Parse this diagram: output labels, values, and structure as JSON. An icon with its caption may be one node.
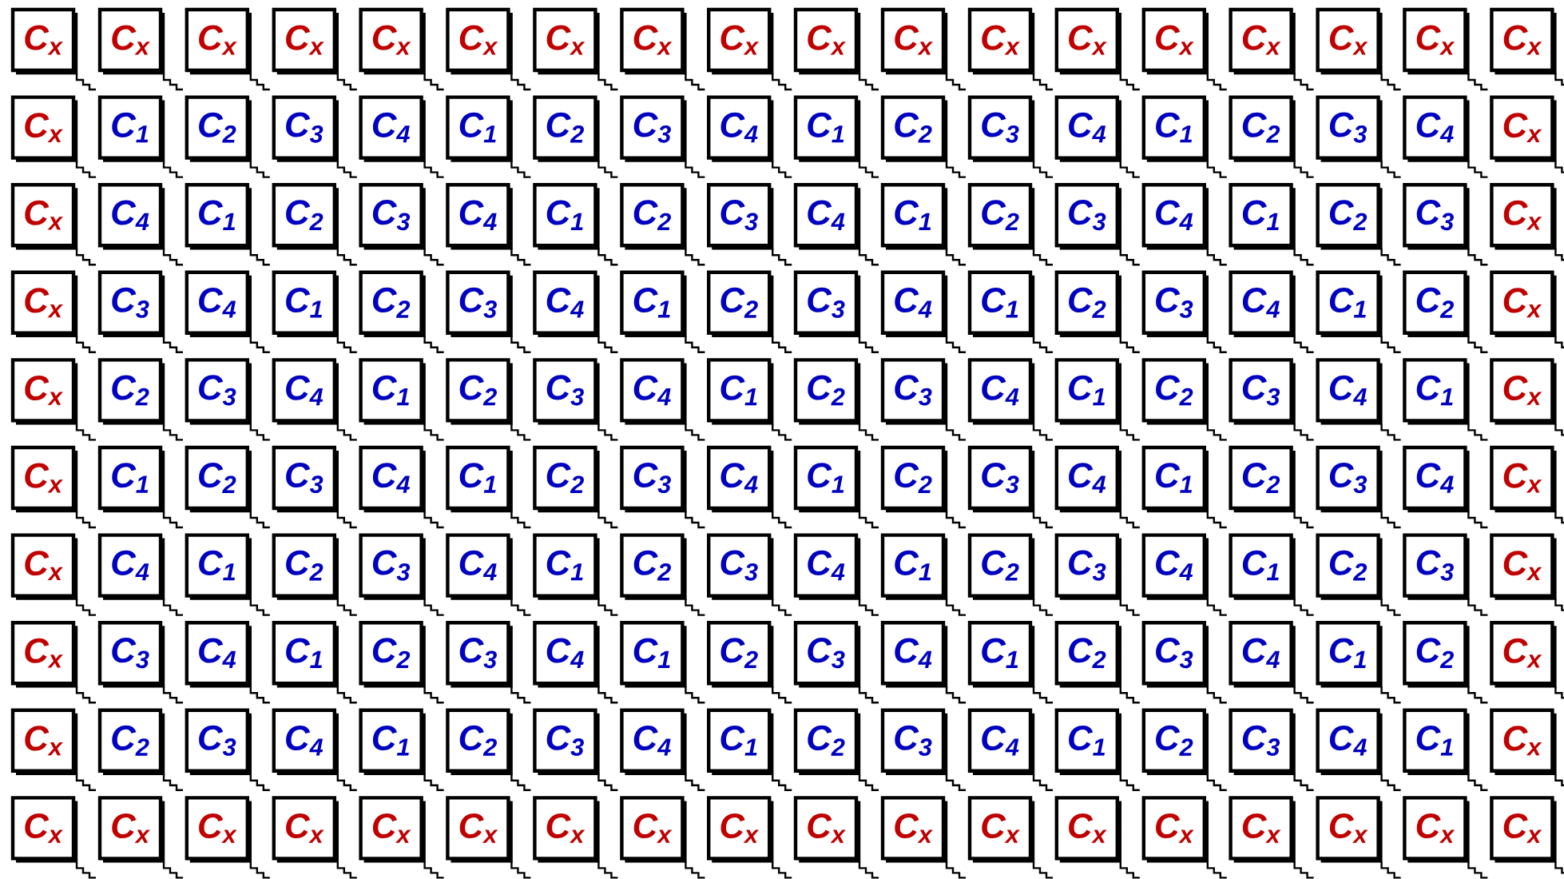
{
  "diagram": {
    "nodes": [
      {
        "text": [
          "C$_{x}$"
        ]
      },
      {
        "text": [
          "C$_{x}$"
        ]
      },
      {
        "text": [
          "C$_{x}$"
        ]
      },
      {
        "text": [
          "C$_{x}$"
        ]
      },
      {
        "text": [
          "C$_{x}$"
        ]
      },
      {
        "text": [
          "C$_{x}$"
        ]
      },
      {
        "text": [
          "C$_{x}$"
        ]
      },
      {
        "text": [
          "C$_{x}$"
        ]
      },
      {
        "text": [
          "C$_{x}$"
        ]
      },
      {
        "text": [
          "C$_{x}$"
        ]
      },
      {
        "text": [
          "C$_{x}$"
        ]
      },
      {
        "text": [
          "C$_{x}$"
        ]
      },
      {
        "text": [
          "C$_{x}$"
        ]
      },
      {
        "text": [
          "C$_{x}$"
        ]
      },
      {
        "text": [
          "C$_{x}$"
        ]
      },
      {
        "text": [
          "C$_{x}$"
        ]
      },
      {
        "text": [
          "C$_{x}$"
        ]
      },
      {
        "text": [
          "C$_{x}$"
        ]
      },
      {
        "text": [
          "C$_{x}$"
        ]
      },
      {
        "text": [
          "C$_{1}$"
        ]
      },
      {
        "text": [
          "C$_{2}$"
        ]
      },
      {
        "text": [
          "C$_{3}$"
        ]
      },
      {
        "text": [
          "C$_{4}$"
        ]
      },
      {
        "text": [
          "C$_{1}$"
        ]
      },
      {
        "text": [
          "C$_{2}$"
        ]
      },
      {
        "text": [
          "C$_{3}$"
        ]
      },
      {
        "text": [
          "C$_{4}$"
        ]
      },
      {
        "text": [
          "C$_{1}$"
        ]
      },
      {
        "text": [
          "C$_{2}$"
        ]
      },
      {
        "text": [
          "C$_{3}$"
        ]
      },
      {
        "text": [
          "C$_{4}$"
        ]
      },
      {
        "text": [
          "C$_{1}$"
        ]
      },
      {
        "text": [
          "C$_{2}$"
        ]
      },
      {
        "text": [
          "C$_{3}$"
        ]
      },
      {
        "text": [
          "C$_{4}$"
        ]
      },
      {
        "text": [
          "C$_{x}$"
        ]
      },
      {
        "text": [
          "C$_{x}$"
        ]
      },
      {
        "text": [
          "C$_{4}$"
        ]
      },
      {
        "text": [
          "C$_{1}$"
        ]
      },
      {
        "text": [
          "C$_{2}$"
        ]
      },
      {
        "text": [
          "C$_{3}$"
        ]
      },
      {
        "text": [
          "C$_{4}$"
        ]
      },
      {
        "text": [
          "C$_{1}$"
        ]
      },
      {
        "text": [
          "C$_{2}$"
        ]
      },
      {
        "text": [
          "C$_{3}$"
        ]
      },
      {
        "text": [
          "C$_{4}$"
        ]
      },
      {
        "text": [
          "C$_{1}$"
        ]
      },
      {
        "text": [
          "C$_{2}$"
        ]
      },
      {
        "text": [
          "C$_{3}$"
        ]
      },
      {
        "text": [
          "C$_{4}$"
        ]
      },
      {
        "text": [
          "C$_{1}$"
        ]
      },
      {
        "text": [
          "C$_{2}$"
        ]
      },
      {
        "text": [
          "C$_{3}$"
        ]
      },
      {
        "text": [
          "C$_{x}$"
        ]
      },
      {
        "text": [
          "C$_{x}$"
        ]
      },
      {
        "text": [
          "C$_{3}$"
        ]
      },
      {
        "text": [
          "C$_{4}$"
        ]
      },
      {
        "text": [
          "C$_{1}$"
        ]
      },
      {
        "text": [
          "C$_{2}$"
        ]
      },
      {
        "text": [
          "C$_{3}$"
        ]
      },
      {
        "text": [
          "C$_{4}$"
        ]
      },
      {
        "text": [
          "C$_{1}$"
        ]
      },
      {
        "text": [
          "C$_{2}$"
        ]
      },
      {
        "text": [
          "C$_{3}$"
        ]
      },
      {
        "text": [
          "C$_{4}$"
        ]
      },
      {
        "text": [
          "C$_{1}$"
        ]
      },
      {
        "text": [
          "C$_{2}$"
        ]
      },
      {
        "text": [
          "C$_{3}$"
        ]
      },
      {
        "text": [
          "C$_{4}$"
        ]
      },
      {
        "text": [
          "C$_{1}$"
        ]
      },
      {
        "text": [
          "C$_{2}$"
        ]
      },
      {
        "text": [
          "C$_{x}$"
        ]
      },
      {
        "text": [
          "C$_{x}$"
        ]
      },
      {
        "text": [
          "C$_{2}$"
        ]
      },
      {
        "text": [
          "C$_{3}$"
        ]
      },
      {
        "text": [
          "C$_{4}$"
        ]
      },
      {
        "text": [
          "C$_{1}$"
        ]
      },
      {
        "text": [
          "C$_{2}$"
        ]
      },
      {
        "text": [
          "C$_{3}$"
        ]
      },
      {
        "text": [
          "C$_{4}$"
        ]
      },
      {
        "text": [
          "C$_{1}$"
        ]
      },
      {
        "text": [
          "C$_{2}$"
        ]
      },
      {
        "text": [
          "C$_{3}$"
        ]
      },
      {
        "text": [
          "C$_{4}$"
        ]
      },
      {
        "text": [
          "C$_{1}$"
        ]
      },
      {
        "text": [
          "C$_{2}$"
        ]
      },
      {
        "text": [
          "C$_{3}$"
        ]
      },
      {
        "text": [
          "C$_{4}$"
        ]
      },
      {
        "text": [
          "C$_{1}$"
        ]
      },
      {
        "text": [
          "C$_{x}$"
        ]
      },
      {
        "text": [
          "C$_{x}$"
        ]
      },
      {
        "text": [
          "C$_{1}$"
        ]
      },
      {
        "text": [
          "C$_{2}$"
        ]
      },
      {
        "text": [
          "C$_{3}$"
        ]
      },
      {
        "text": [
          "C$_{4}$"
        ]
      },
      {
        "text": [
          "C$_{1}$"
        ]
      },
      {
        "text": [
          "C$_{2}$"
        ]
      },
      {
        "text": [
          "C$_{3}$"
        ]
      },
      {
        "text": [
          "C$_{4}$"
        ]
      },
      {
        "text": [
          "C$_{1}$"
        ]
      },
      {
        "text": [
          "C$_{2}$"
        ]
      },
      {
        "text": [
          "C$_{3}$"
        ]
      },
      {
        "text": [
          "C$_{4}$"
        ]
      },
      {
        "text": [
          "C$_{1}$"
        ]
      },
      {
        "text": [
          "C$_{2}$"
        ]
      },
      {
        "text": [
          "C$_{3}$"
        ]
      },
      {
        "text": [
          "C$_{4}$"
        ]
      },
      {
        "text": [
          "C$_{x}$"
        ]
      },
      {
        "text": [
          "C$_{x}$"
        ]
      },
      {
        "text": [
          "C$_{4}$"
        ]
      },
      {
        "text": [
          "C$_{1}$"
        ]
      },
      {
        "text": [
          "C$_{2}$"
        ]
      },
      {
        "text": [
          "C$_{3}$"
        ]
      },
      {
        "text": [
          "C$_{4}$"
        ]
      },
      {
        "text": [
          "C$_{1}$"
        ]
      },
      {
        "text": [
          "C$_{2}$"
        ]
      },
      {
        "text": [
          "C$_{3}$"
        ]
      },
      {
        "text": [
          "C$_{4}$"
        ]
      },
      {
        "text": [
          "C$_{1}$"
        ]
      },
      {
        "text": [
          "C$_{2}$"
        ]
      },
      {
        "text": [
          "C$_{3}$"
        ]
      },
      {
        "text": [
          "C$_{4}$"
        ]
      },
      {
        "text": [
          "C$_{1}$"
        ]
      },
      {
        "text": [
          "C$_{2}$"
        ]
      },
      {
        "text": [
          "C$_{3}$"
        ]
      },
      {
        "text": [
          "C$_{x}$"
        ]
      },
      {
        "text": [
          "C$_{x}$"
        ]
      },
      {
        "text": [
          "C$_{3}$"
        ]
      },
      {
        "text": [
          "C$_{4}$"
        ]
      },
      {
        "text": [
          "C$_{1}$"
        ]
      },
      {
        "text": [
          "C$_{2}$"
        ]
      },
      {
        "text": [
          "C$_{3}$"
        ]
      },
      {
        "text": [
          "C$_{4}$"
        ]
      },
      {
        "text": [
          "C$_{1}$"
        ]
      },
      {
        "text": [
          "C$_{2}$"
        ]
      },
      {
        "text": [
          "C$_{3}$"
        ]
      },
      {
        "text": [
          "C$_{4}$"
        ]
      },
      {
        "text": [
          "C$_{1}$"
        ]
      },
      {
        "text": [
          "C$_{2}$"
        ]
      },
      {
        "text": [
          "C$_{3}$"
        ]
      },
      {
        "text": [
          "C$_{4}$"
        ]
      },
      {
        "text": [
          "C$_{1}$"
        ]
      },
      {
        "text": [
          "C$_{2}$"
        ]
      },
      {
        "text": [
          "C$_{x}$"
        ]
      },
      {
        "text": [
          "C$_{x}$"
        ]
      },
      {
        "text": [
          "C$_{2}$"
        ]
      },
      {
        "text": [
          "C$_{3}$"
        ]
      },
      {
        "text": [
          "C$_{4}$"
        ]
      },
      {
        "text": [
          "C$_{1}$"
        ]
      },
      {
        "text": [
          "C$_{2}$"
        ]
      },
      {
        "text": [
          "C$_{3}$"
        ]
      },
      {
        "text": [
          "C$_{4}$"
        ]
      },
      {
        "text": [
          "C$_{1}$"
        ]
      },
      {
        "text": [
          "C$_{2}$"
        ]
      },
      {
        "text": [
          "C$_{3}$"
        ]
      },
      {
        "text": [
          "C$_{4}$"
        ]
      },
      {
        "text": [
          "C$_{1}$"
        ]
      },
      {
        "text": [
          "C$_{2}$"
        ]
      },
      {
        "text": [
          "C$_{3}$"
        ]
      },
      {
        "text": [
          "C$_{4}$"
        ]
      },
      {
        "text": [
          "C$_{1}$"
        ]
      },
      {
        "text": [
          "C$_{x}$"
        ]
      },
      {
        "text": [
          "C$_{x}$"
        ]
      },
      {
        "text": [
          "C$_{x}$"
        ]
      },
      {
        "text": [
          "C$_{x}$"
        ]
      },
      {
        "text": [
          "C$_{x}$"
        ]
      },
      {
        "text": [
          "C$_{x}$"
        ]
      },
      {
        "text": [
          "C$_{x}$"
        ]
      },
      {
        "text": [
          "C$_{x}$"
        ]
      },
      {
        "text": [
          "C$_{x}$"
        ]
      },
      {
        "text": [
          "C$_{x}$"
        ]
      },
      {
        "text": [
          "C$_{x}$"
        ]
      },
      {
        "text": [
          "C$_{x}$"
        ]
      },
      {
        "text": [
          "C$_{x}$"
        ]
      },
      {
        "text": [
          "C$_{x}$"
        ]
      },
      {
        "text": [
          "C$_{x}$"
        ]
      },
      {
        "text": [
          "C$_{x}$"
        ]
      },
      {
        "text": [
          "C$_{x}$"
        ]
      },
      {
        "text": [
          "C$_{x}$"
        ]
      },
      {
        "text": [
          "C$_{x}$"
        ]
      }
    ]
  }
}
